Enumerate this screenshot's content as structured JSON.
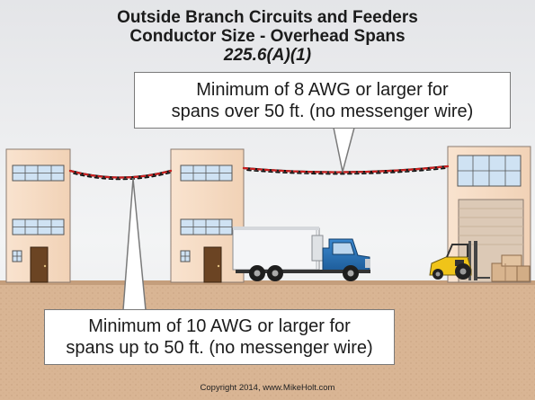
{
  "diagram": {
    "title_line1": "Outside Branch Circuits and Feeders",
    "title_line2": "Conductor Size - Overhead Spans",
    "title_line3": "225.6(A)(1)",
    "callout_top_line1": "Minimum of 8 AWG or larger for",
    "callout_top_line2": "spans over 50 ft. (no messenger wire)",
    "callout_bottom_line1": "Minimum of 10 AWG or larger for",
    "callout_bottom_line2": "spans up to 50 ft. (no messenger wire)",
    "copyright": "Copyright 2014, www.MikeHolt.com"
  },
  "colors": {
    "building_wall": "#f7dcc4",
    "ground": "#d9b594",
    "window": "#cfe2f3",
    "door": "#6b4423",
    "truck_cab": "#2a73b8",
    "forklift": "#f0c419",
    "conductor_black": "#111111",
    "conductor_red": "#cc1f1f"
  },
  "icons": [
    "building-left",
    "building-middle",
    "building-warehouse",
    "box-truck",
    "forklift",
    "cardboard-boxes",
    "twisted-conductors"
  ]
}
